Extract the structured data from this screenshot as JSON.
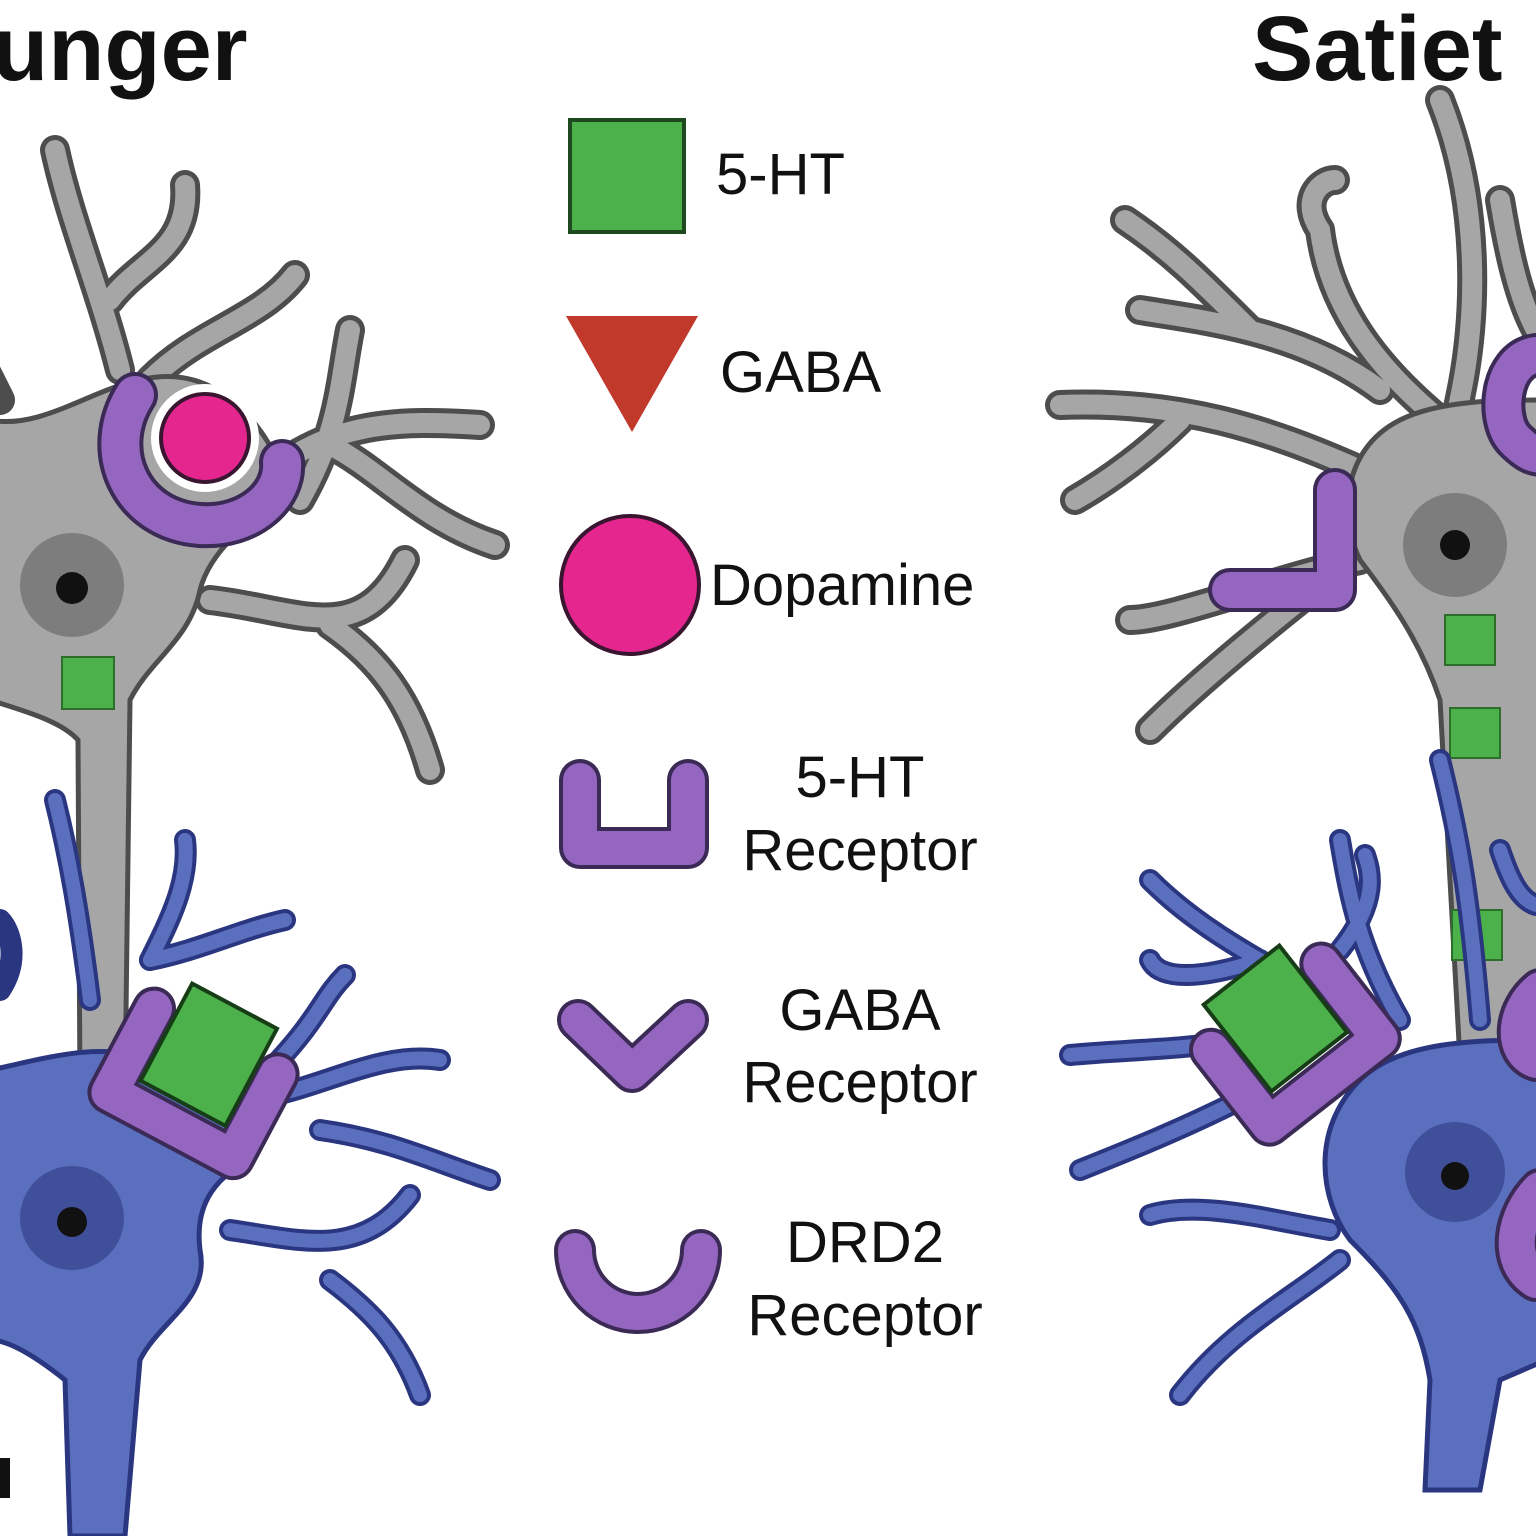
{
  "titles": {
    "left": "unger",
    "right": "Satiet"
  },
  "legend": [
    {
      "key": "serotonin",
      "label_lines": [
        "5-HT"
      ],
      "shape": "green-square",
      "color": "#4cb04b"
    },
    {
      "key": "gaba",
      "label_lines": [
        "GABA"
      ],
      "shape": "red-down-triangle",
      "color": "#c0392b"
    },
    {
      "key": "dopamine",
      "label_lines": [
        "Dopamine"
      ],
      "shape": "magenta-circle",
      "color": "#e5268f"
    },
    {
      "key": "serotonin-receptor",
      "label_lines": [
        "5-HT",
        "Receptor"
      ],
      "shape": "purple-u-cup",
      "color": "#9466c0"
    },
    {
      "key": "gaba-receptor",
      "label_lines": [
        "GABA",
        "Receptor"
      ],
      "shape": "purple-v-chevron",
      "color": "#9466c0"
    },
    {
      "key": "drd2-receptor",
      "label_lines": [
        "DRD2",
        "Receptor"
      ],
      "shape": "purple-arc",
      "color": "#9466c0"
    }
  ],
  "colors": {
    "gray_neuron": "#a6a6a6",
    "gray_outline": "#4d4d4d",
    "blue_neuron": "#5b6fbf",
    "blue_outline": "#2a3680",
    "nucleus_gray_outer": "#7d7d7d",
    "nucleus_blue_outer": "#3f4f9a",
    "nucleus_core": "#111111",
    "serotonin": "#4cb04b",
    "gaba": "#c0392b",
    "dopamine": "#e5268f",
    "receptor": "#9466c0",
    "receptor_outline": "#3a2a55"
  }
}
